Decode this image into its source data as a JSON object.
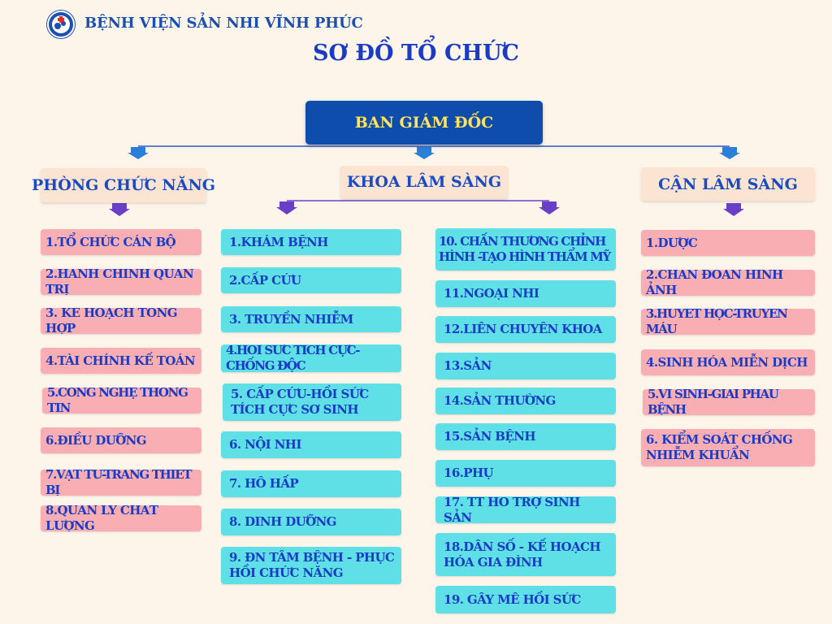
{
  "header": {
    "hospital_name": "BỆNH VIỆN SẢN NHI VĨNH PHÚC",
    "title": "SƠ ĐỒ TỔ CHỨC"
  },
  "top": {
    "label": "BAN GIÁM ĐỐC"
  },
  "groups": [
    {
      "label": "PHÒNG CHỨC NĂNG",
      "items": [
        "1.TỔ CHỨC CÁN BỘ",
        "2.HÀNH CHÍNH QUẢN TRỊ",
        "3. KẾ HOẠCH TỔNG HỢP",
        "4.TÀI CHÍNH KẾ TOÁN",
        "5.CÔNG NGHỆ THÔNG TIN",
        "6.ĐIỀU DƯỠNG",
        "7.VẬT TƯ-TRANG THIẾT BỊ",
        "8.QUẢN LÝ CHẤT LƯỢNG"
      ]
    },
    {
      "label": "KHOA LÂM SÀNG",
      "items_left": [
        "1.KHÁM BỆNH",
        "2.CẤP CỨU",
        "3. TRUYỀN NHIỄM",
        "4.HỒI SỨC TÍCH CỰC- CHỐNG ĐỘC",
        "5. CẤP CỨU-HỒI SỨC TÍCH CỰC SƠ SINH",
        "6. NỘI NHI",
        "7. HÔ HẤP",
        "8. DINH DƯỠNG",
        "9. ĐN TÂM BỆNH - PHỤC HỒI CHỨC NĂNG"
      ],
      "items_right": [
        "10. CHẤN THƯƠNG CHỈNH HÌNH -TẠO HÌNH THẨM MỸ",
        "11.NGOẠI NHI",
        "12.LIÊN CHUYÊN KHOA",
        "13.SẢN",
        "14.SẢN THƯỜNG",
        "15.SẢN BỆNH",
        "16.PHỤ",
        "17. TT HỖ TRỢ SINH SẢN",
        "18.DÂN SỐ - KẾ HOẠCH HÓA GIA ĐÌNH",
        "19. GÂY MÊ HỒI SỨC"
      ]
    },
    {
      "label": "CẬN LÂM SÀNG",
      "items": [
        "1.DƯỢC",
        "2.CHẨN ĐOÁN HÌNH ẢNH",
        "3.HUYẾT HỌC-TRUYỀN MÁU",
        "4.SINH HÓA MIỄN DỊCH",
        "5.VI SINH-GIẢI PHẪU BỆNH",
        "6. KIỂM SOÁT CHỐNG NHIỄM KHUẨN"
      ]
    }
  ],
  "colors": {
    "top_box": "#0f4dad",
    "top_text": "#ffe35a",
    "head_box": "#fbe4d2",
    "pink_item": "#f9aeb4",
    "cyan_item": "#5ee0e6",
    "text": "#1a3cc4",
    "arrow_blue": "#2a7fd8",
    "arrow_purple": "#6a3fc8",
    "line_blue": "#2b56c8",
    "line_purple": "#6a3fc8"
  },
  "icons": [
    "hospital-logo-icon",
    "arrow-down-icon"
  ]
}
